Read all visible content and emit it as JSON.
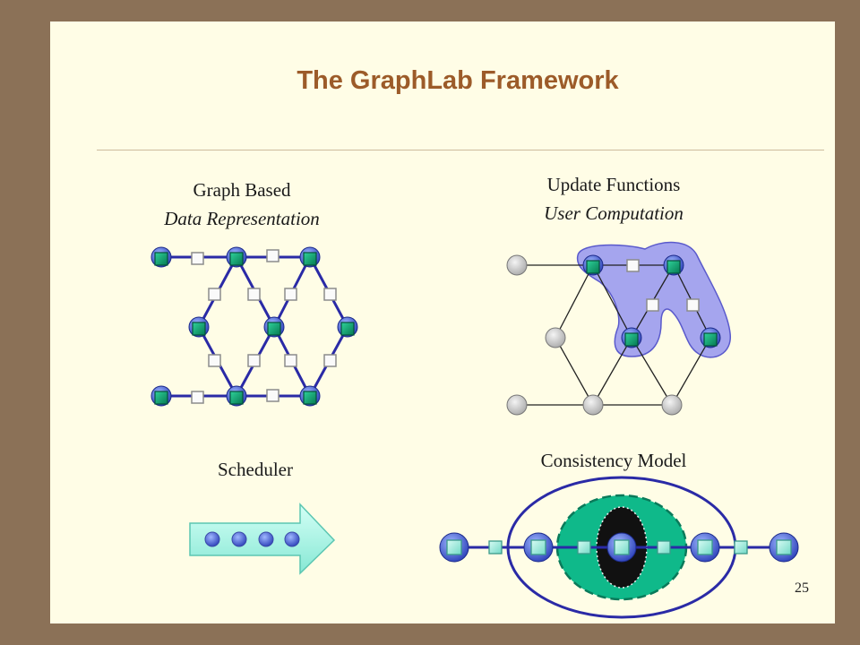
{
  "slide": {
    "title": "The GraphLab Framework",
    "page_number": "25"
  },
  "sections": {
    "graph": {
      "line1": "Graph Based",
      "line2": "Data Representation"
    },
    "update": {
      "line1": "Update Functions",
      "line2": "User Computation"
    },
    "scheduler": {
      "label": "Scheduler"
    },
    "consistency": {
      "label": "Consistency Model"
    }
  },
  "colors": {
    "vertex_green": "#0c9a6a",
    "edge_blue": "#2a2aa6",
    "scope_fill": "#8e8ef0",
    "cyan": "#8fe6d8",
    "title_brown": "#9c5b29"
  }
}
